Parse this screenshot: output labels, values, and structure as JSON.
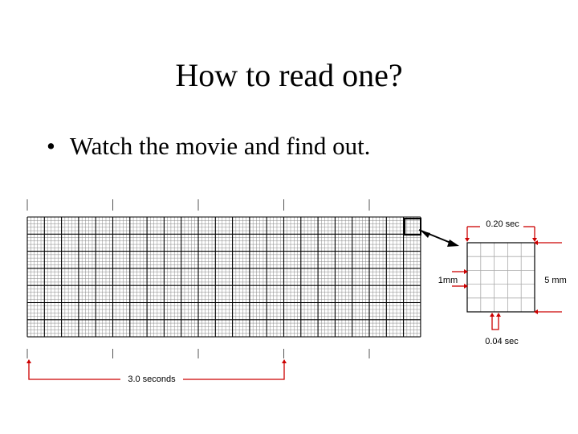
{
  "slide": {
    "title": "How to read one?",
    "bullet_symbol": "•",
    "bullet_text": "Watch the movie and find out."
  },
  "ecg_diagram": {
    "span_label": "3.0 seconds",
    "large_box_time": "0.20 sec",
    "small_box_time": "0.04 sec",
    "small_box_height": "1mm",
    "large_box_height": "5 mm",
    "colors": {
      "arrows": "#cc0000",
      "grid_major": "#000000",
      "grid_minor": "#888888"
    }
  }
}
